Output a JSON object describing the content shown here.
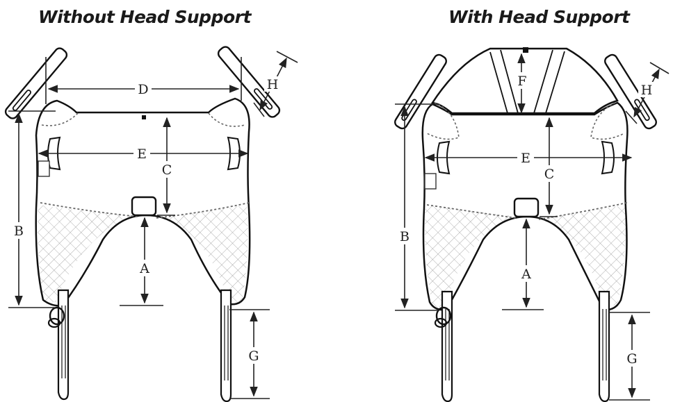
{
  "titles": {
    "left": "Without Head Support",
    "right": "With Head Support"
  },
  "dimension_labels": {
    "A": "A",
    "B": "B",
    "C": "C",
    "D": "D",
    "E": "E",
    "F": "F",
    "G": "G",
    "H": "H"
  }
}
